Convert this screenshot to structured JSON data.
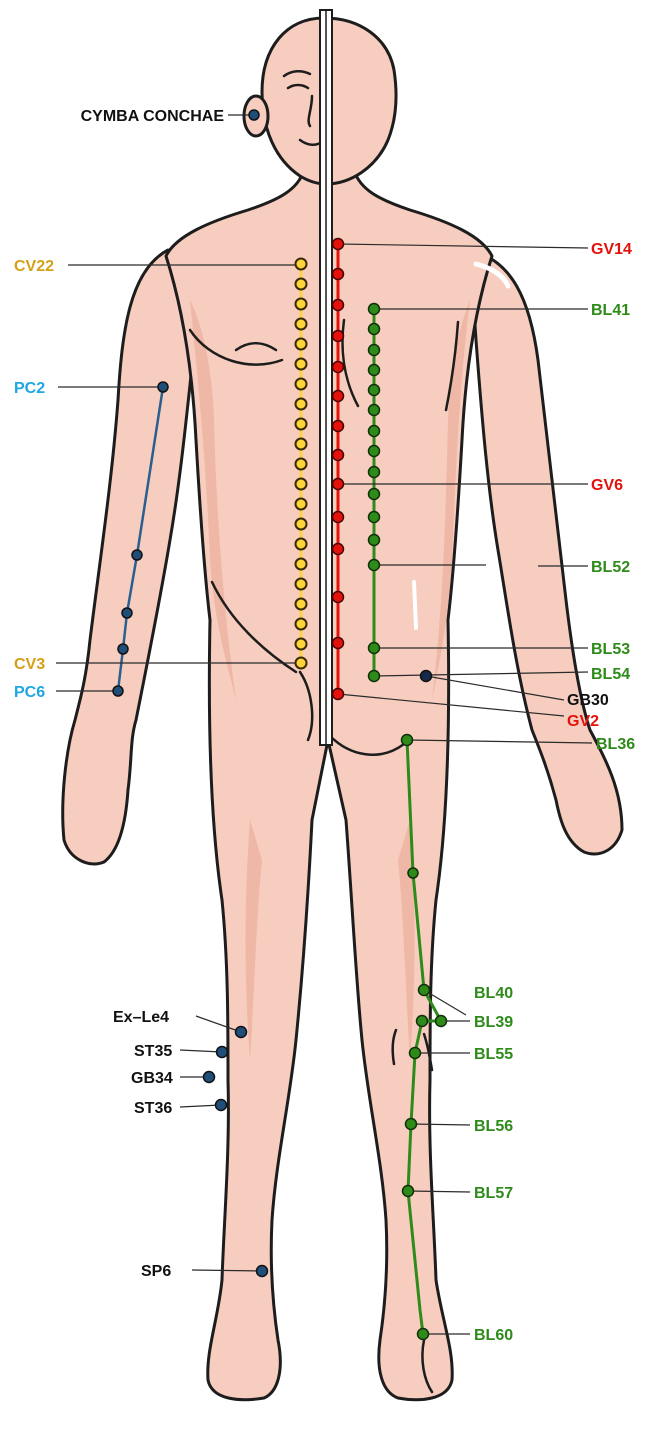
{
  "colors": {
    "black": "#111111",
    "cv": "#d4a017",
    "pc": "#1ea7e1",
    "gv": "#e3120b",
    "bl": "#2e8b1a",
    "skin": "#f7cdbf",
    "dot_blue": "#1f4e79",
    "dot_yellow": "#ffd43b",
    "dot_red": "#e3120b",
    "dot_green": "#2e8b1a"
  },
  "labels": {
    "cymba_conchae": "CYMBA CONCHAE",
    "cv22": "CV22",
    "pc2": "PC2",
    "cv3": "CV3",
    "pc6": "PC6",
    "ex_le4": "Ex–Le4",
    "st35": "ST35",
    "gb34": "GB34",
    "st36": "ST36",
    "sp6": "SP6",
    "gv14": "GV14",
    "bl41": "BL41",
    "gv6": "GV6",
    "bl52": "BL52",
    "bl53": "BL53",
    "bl54": "BL54",
    "gb30": "GB30",
    "gv2": "GV2",
    "bl36": "BL36",
    "bl40": "BL40",
    "bl39": "BL39",
    "bl55": "BL55",
    "bl56": "BL56",
    "bl57": "BL57",
    "bl60": "BL60"
  }
}
